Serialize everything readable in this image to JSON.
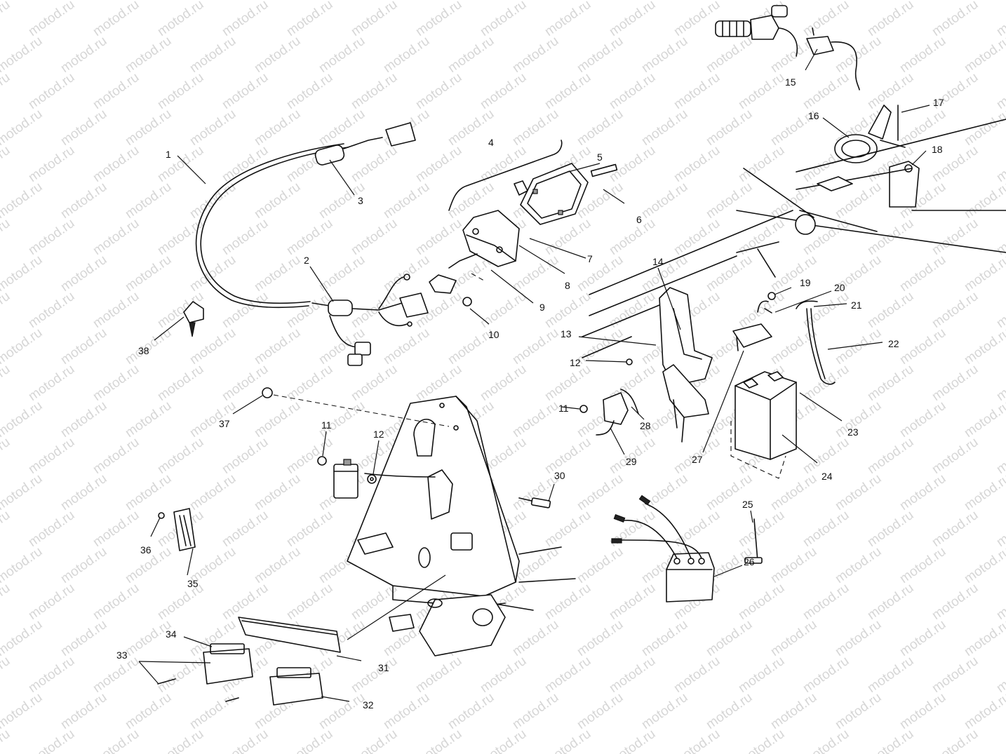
{
  "diagram": {
    "watermark": "motod.ru",
    "callouts": {
      "c1": "1",
      "c2": "2",
      "c3": "3",
      "c4": "4",
      "c5": "5",
      "c6": "6",
      "c7": "7",
      "c8": "8",
      "c9": "9",
      "c10": "10",
      "c11a": "11",
      "c11b": "11",
      "c12a": "12",
      "c12b": "12",
      "c13": "13",
      "c14": "14",
      "c15": "15",
      "c16": "16",
      "c17": "17",
      "c18": "18",
      "c19": "19",
      "c20": "20",
      "c21": "21",
      "c22": "22",
      "c23": "23",
      "c24": "24",
      "c25": "25",
      "c26": "26",
      "c27": "27",
      "c28": "28",
      "c29": "29",
      "c30": "30",
      "c31": "31",
      "c32": "32",
      "c33": "33",
      "c34": "34",
      "c35": "35",
      "c36": "36",
      "c37": "37",
      "c38": "38"
    }
  }
}
